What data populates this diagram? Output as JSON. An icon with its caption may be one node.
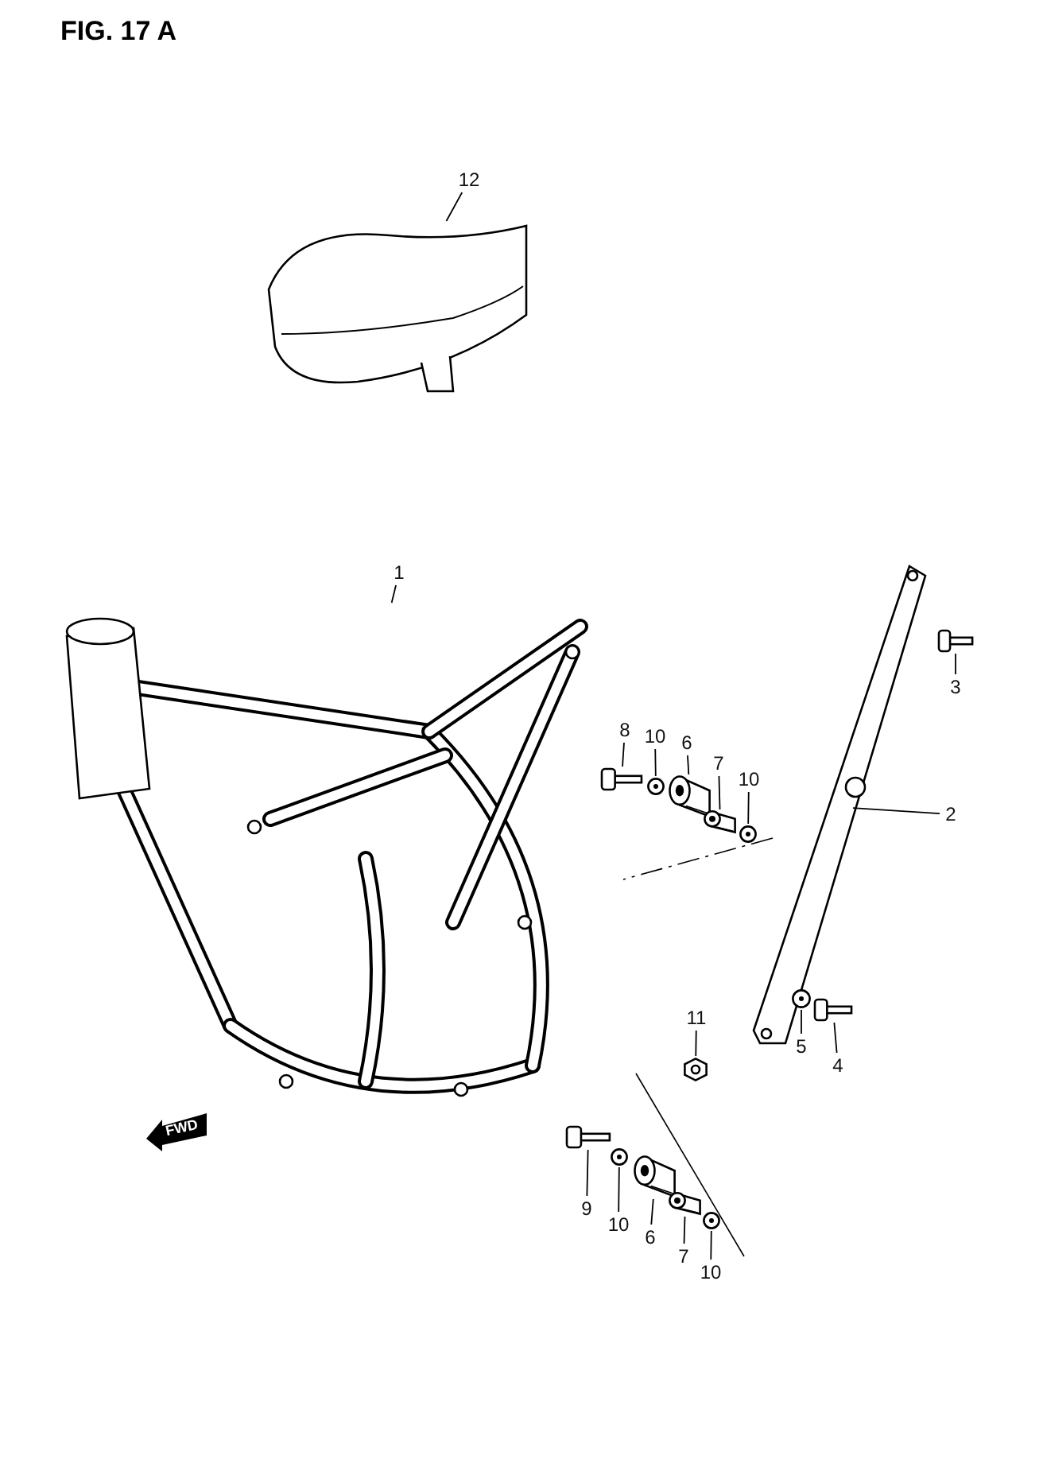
{
  "diagram": {
    "title": "FIG. 17 A",
    "nodes": [
      {
        "text": [
          "12"
        ]
      },
      {
        "text": [],
        "shape": "picture"
      },
      {
        "text": [
          "1"
        ]
      },
      {
        "text": [],
        "shape": "picture"
      },
      {
        "text": [
          "3"
        ]
      },
      {
        "text": [],
        "shape": "picture"
      },
      {
        "text": [
          "2"
        ]
      },
      {
        "text": [],
        "shape": "picture"
      },
      {
        "text": [
          "8"
        ]
      },
      {
        "text": [],
        "shape": "picture"
      },
      {
        "text": [
          "10"
        ]
      },
      {
        "text": [],
        "shape": "picture"
      },
      {
        "text": [
          "6"
        ]
      },
      {
        "text": [],
        "shape": "picture"
      },
      {
        "text": [
          "7"
        ]
      },
      {
        "text": [],
        "shape": "picture"
      },
      {
        "text": [
          "10"
        ]
      },
      {
        "text": [],
        "shape": "picture"
      },
      {
        "text": [
          "11"
        ]
      },
      {
        "text": [],
        "shape": "picture"
      },
      {
        "text": [
          "5"
        ]
      },
      {
        "text": [],
        "shape": "picture"
      },
      {
        "text": [
          "4"
        ]
      },
      {
        "text": [],
        "shape": "picture"
      },
      {
        "text": [
          "9"
        ]
      },
      {
        "text": [],
        "shape": "picture"
      },
      {
        "text": [
          "10"
        ]
      },
      {
        "text": [],
        "shape": "picture"
      },
      {
        "text": [
          "6"
        ]
      },
      {
        "text": [],
        "shape": "picture"
      },
      {
        "text": [
          "7"
        ]
      },
      {
        "text": [],
        "shape": "picture"
      },
      {
        "text": [
          "10"
        ]
      },
      {
        "text": [],
        "shape": "picture"
      }
    ],
    "edges": [
      {
        "from": 0,
        "to": 1,
        "arrow": "none"
      },
      {
        "from": 2,
        "to": 3,
        "arrow": "none"
      },
      {
        "from": 4,
        "to": 5,
        "arrow": "none"
      },
      {
        "from": 6,
        "to": 7,
        "arrow": "none"
      },
      {
        "from": 8,
        "to": 9,
        "arrow": "none"
      },
      {
        "from": 10,
        "to": 11,
        "arrow": "none"
      },
      {
        "from": 12,
        "to": 13,
        "arrow": "none"
      },
      {
        "from": 14,
        "to": 15,
        "arrow": "none"
      },
      {
        "from": 16,
        "to": 17,
        "arrow": "none"
      },
      {
        "from": 18,
        "to": 19,
        "arrow": "none"
      },
      {
        "from": 20,
        "to": 21,
        "arrow": "none"
      },
      {
        "from": 22,
        "to": 23,
        "arrow": "none"
      },
      {
        "from": 24,
        "to": 25,
        "arrow": "none"
      },
      {
        "from": 26,
        "to": 27,
        "arrow": "none"
      },
      {
        "from": 28,
        "to": 29,
        "arrow": "none"
      },
      {
        "from": 30,
        "to": 31,
        "arrow": "none"
      },
      {
        "from": 32,
        "to": 33,
        "arrow": "none"
      }
    ],
    "labels": [
      "FWD"
    ]
  }
}
